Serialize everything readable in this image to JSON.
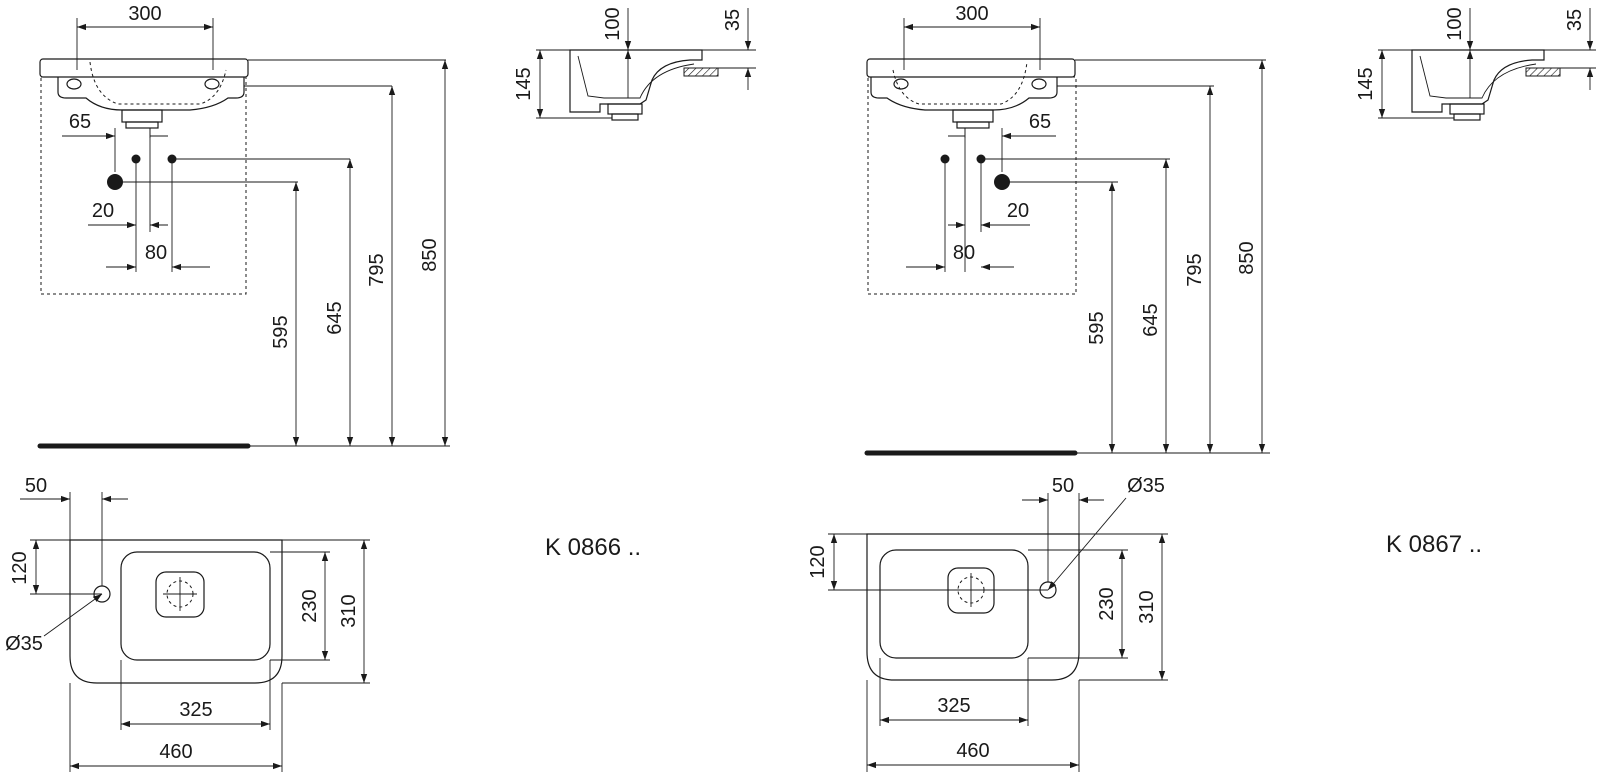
{
  "dims": {
    "d300": "300",
    "d100": "100",
    "d35": "35",
    "d145": "145",
    "d65": "65",
    "d20": "20",
    "d80": "80",
    "d595": "595",
    "d645": "645",
    "d795": "795",
    "d850": "850",
    "d50": "50",
    "d120": "120",
    "d230": "230",
    "d310": "310",
    "d325": "325",
    "d460": "460",
    "dia35": "Ø35"
  },
  "models": {
    "left": "K 0866 ..",
    "right": "K 0867 .."
  }
}
